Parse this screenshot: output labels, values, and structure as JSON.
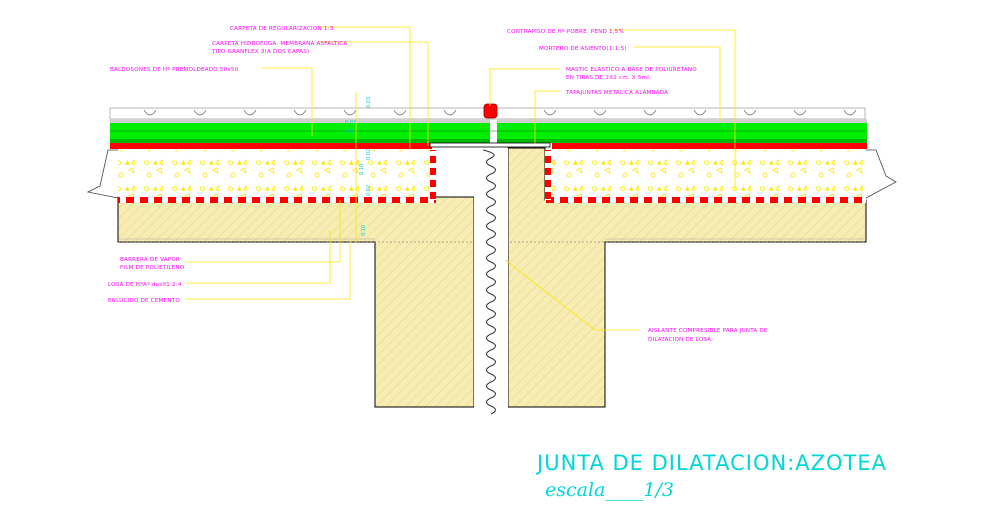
{
  "labels": {
    "carpeta_regularizacion": "CARPETA DE REGULARIZACION 1:3",
    "carpeta_hidrofuga_1": "CARPETA HIDROFUGA: MEMBRANA ASFALTICA",
    "carpeta_hidrofuga_2": "TIPO GRANFLEX 3(A DOS CAPAS)",
    "baldosones": "BALDOSONES DE Hº PREMOLDEADO 50x50",
    "contrapiso": "CONTRAPISO DE Hº POBRE. PEND 1,5%",
    "mortero": "MORTERO DE ASIENTO(1:1:5)",
    "mastic_1": "MASTIC ELASTICO A BASE DE POLIURETANO",
    "mastic_2": "EN TIRAS DE 2X2 cm. X 5ml.",
    "tapajuntas": "TAPAJUNTAS METALICA ALAMBADA",
    "barrera_1": "BARRERA DE VAPOR",
    "barrera_2": "FILM DE POLIETILENO",
    "losa": "LOSA DE HºAº dosif1:2:4",
    "enlucido": "ENLUCIDO DE CEMENTO",
    "aislante_1": "AISLANTE COMPRESIBLE PARA JUNTA DE",
    "aislante_2": "DILATACION DE LOSA."
  },
  "dimensions": {
    "d1": "0.03",
    "d2": "0.02",
    "d3": "0.02",
    "d4": "0.02",
    "d5": "0.10",
    "d6": "0.02",
    "d7": "0.10"
  },
  "title": {
    "main": "JUNTA DE DILATACION:AZOTEA",
    "scale": "escala____1/3"
  },
  "colors": {
    "background": "#ffffff",
    "hatch": "#f2e7a0",
    "green_layer": "#00ee00",
    "red_layer": "#ff0000",
    "leader": "#ffe600",
    "label_text": "#ff00ff",
    "title_text": "#00d7d7"
  }
}
